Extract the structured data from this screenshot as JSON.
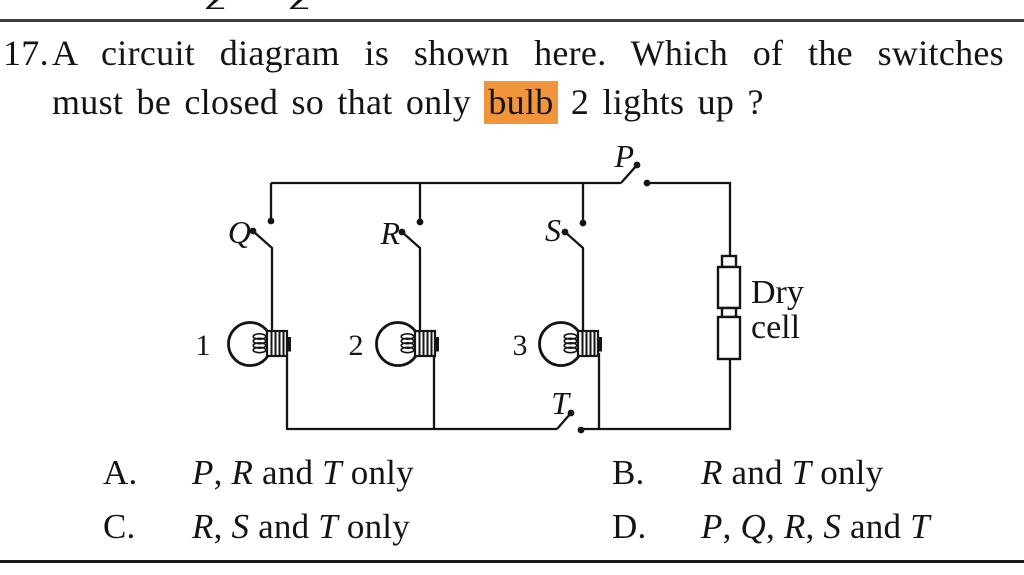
{
  "header_artifacts": {
    "left_fragment": "2",
    "right_fragment": "2"
  },
  "question": {
    "number": "17.",
    "line1": "A circuit diagram is shown here. Which of the switches",
    "line2_before": "must be closed so that only ",
    "highlighted_word": "bulb",
    "line2_after": " 2 lights up ?"
  },
  "circuit": {
    "switch_labels": {
      "p": "P",
      "q": "Q",
      "r": "R",
      "s": "S",
      "t": "T"
    },
    "bulb_labels": {
      "bulb1": "1",
      "bulb2": "2",
      "bulb3": "3"
    },
    "battery_label": {
      "line1": "Dry",
      "line2": "cell"
    }
  },
  "options": {
    "a": {
      "letter": "A.",
      "seg": {
        "v1": "P",
        "c1": ", ",
        "v2": "R",
        "and": " and ",
        "v3": "T",
        "tail": " only"
      }
    },
    "b": {
      "letter": "B.",
      "seg": {
        "v1": "R",
        "and": " and ",
        "v2": "T",
        "tail": " only"
      }
    },
    "c": {
      "letter": "C.",
      "seg": {
        "v1": "R",
        "c1": ", ",
        "v2": "S",
        "and": " and ",
        "v3": "T",
        "tail": " only"
      }
    },
    "d": {
      "letter": "D.",
      "seg": {
        "v1": "P",
        "c1": ", ",
        "v2": "Q",
        "c2": ", ",
        "v3": "R",
        "c3": ", ",
        "v4": "S",
        "and": " and ",
        "v5": "T"
      }
    }
  },
  "colors": {
    "highlight": "#F0953C",
    "ink": "#141414"
  }
}
